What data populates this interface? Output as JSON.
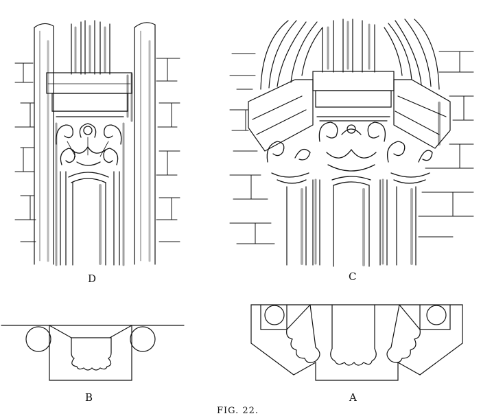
{
  "figures": {
    "d": {
      "label": "D"
    },
    "c": {
      "label": "C"
    },
    "b": {
      "label": "B"
    },
    "a": {
      "label": "A"
    }
  },
  "caption": "FIG. 22."
}
